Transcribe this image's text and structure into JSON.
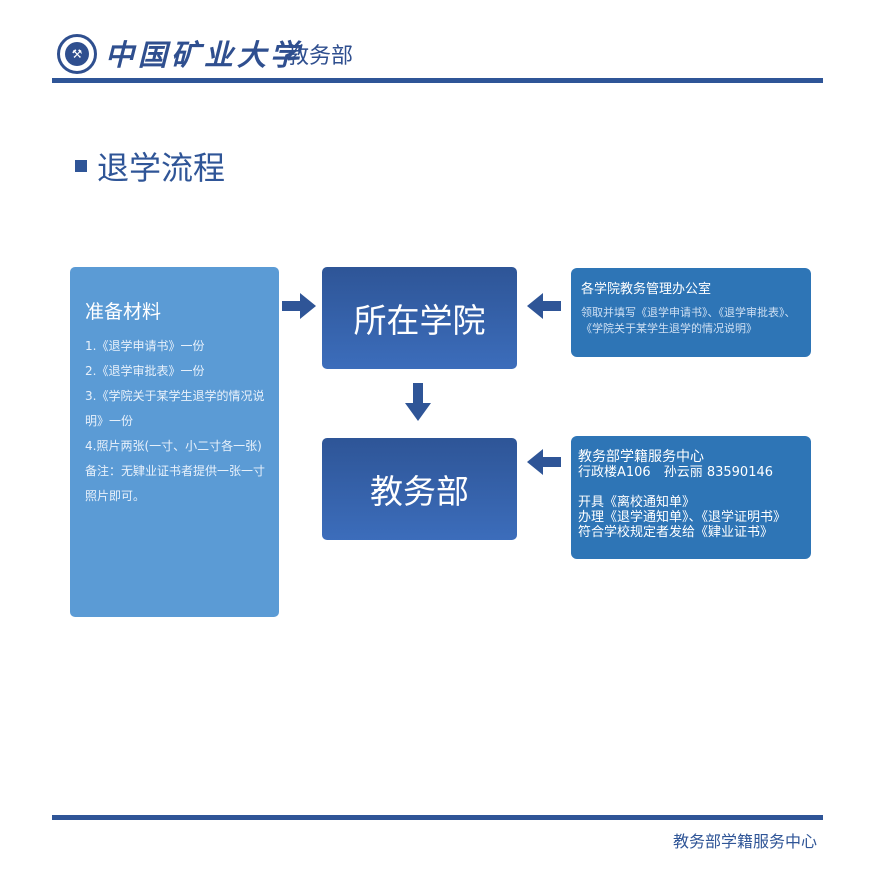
{
  "header": {
    "logo_text": "中国矿业大学",
    "department": "教务部"
  },
  "title": "退学流程",
  "materials": {
    "heading": "准备材料",
    "items": [
      "1.《退学申请书》一份",
      "2.《退学审批表》一份",
      "3.《学院关于某学生退学的情况说明》一份",
      "4.照片两张(一寸、小二寸各一张)",
      "备注：无肄业证书者提供一张一寸照片即可。"
    ]
  },
  "steps": [
    {
      "label": "所在学院"
    },
    {
      "label": "教务部"
    }
  ],
  "college_office": {
    "title": "各学院教务管理办公室",
    "text": "领取并填写《退学申请书》、《退学审批表》、《学院关于某学生退学的情况说明》"
  },
  "registry": {
    "title": "教务部学籍服务中心",
    "location": "行政楼A106　孙云丽 83590146",
    "lines": [
      "开具《离校通知单》",
      "办理《退学通知单》、《退学证明书》",
      "符合学校规定者发给《肄业证书》"
    ]
  },
  "footer": "教务部学籍服务中心"
}
